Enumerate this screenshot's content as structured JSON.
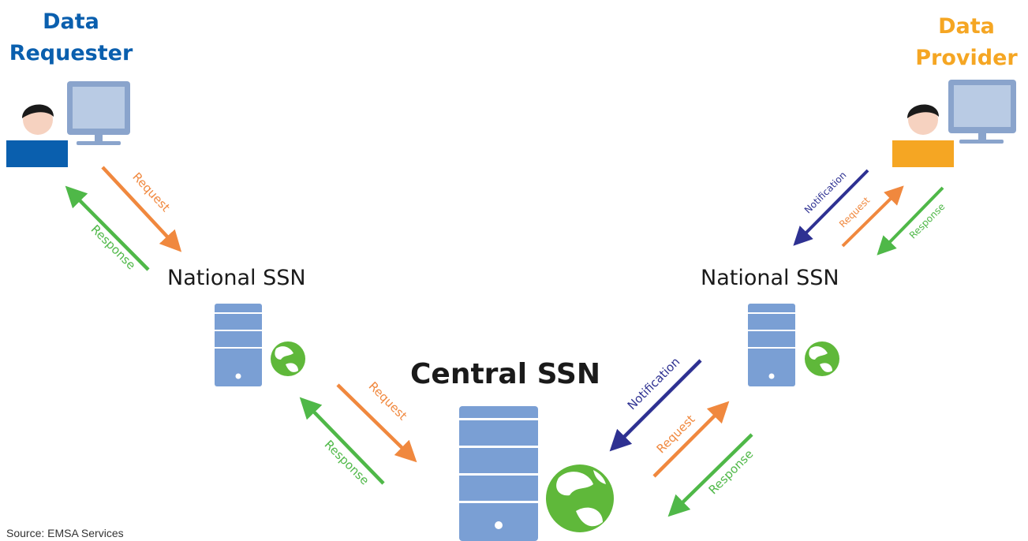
{
  "colors": {
    "requester": "#0a5fae",
    "provider": "#f5a623",
    "request": "#f0883e",
    "response": "#4fb848",
    "notification": "#2e3192",
    "server": "#7a9fd4",
    "monitor": "#8aa4cc",
    "globe": "#5fb83a"
  },
  "requester": {
    "title_line1": "Data",
    "title_line2": "Requester",
    "icon": "user-computer-icon"
  },
  "provider": {
    "title_line1": "Data",
    "title_line2": "Provider",
    "icon": "user-computer-icon"
  },
  "national_left": {
    "label": "National SSN",
    "icon": "server-globe-icon"
  },
  "national_right": {
    "label": "National SSN",
    "icon": "server-globe-icon"
  },
  "central": {
    "label": "Central SSN",
    "icon": "server-globe-icon"
  },
  "flows": {
    "request": "Request",
    "response": "Response",
    "notification": "Notification"
  },
  "source": "Source: EMSA Services"
}
